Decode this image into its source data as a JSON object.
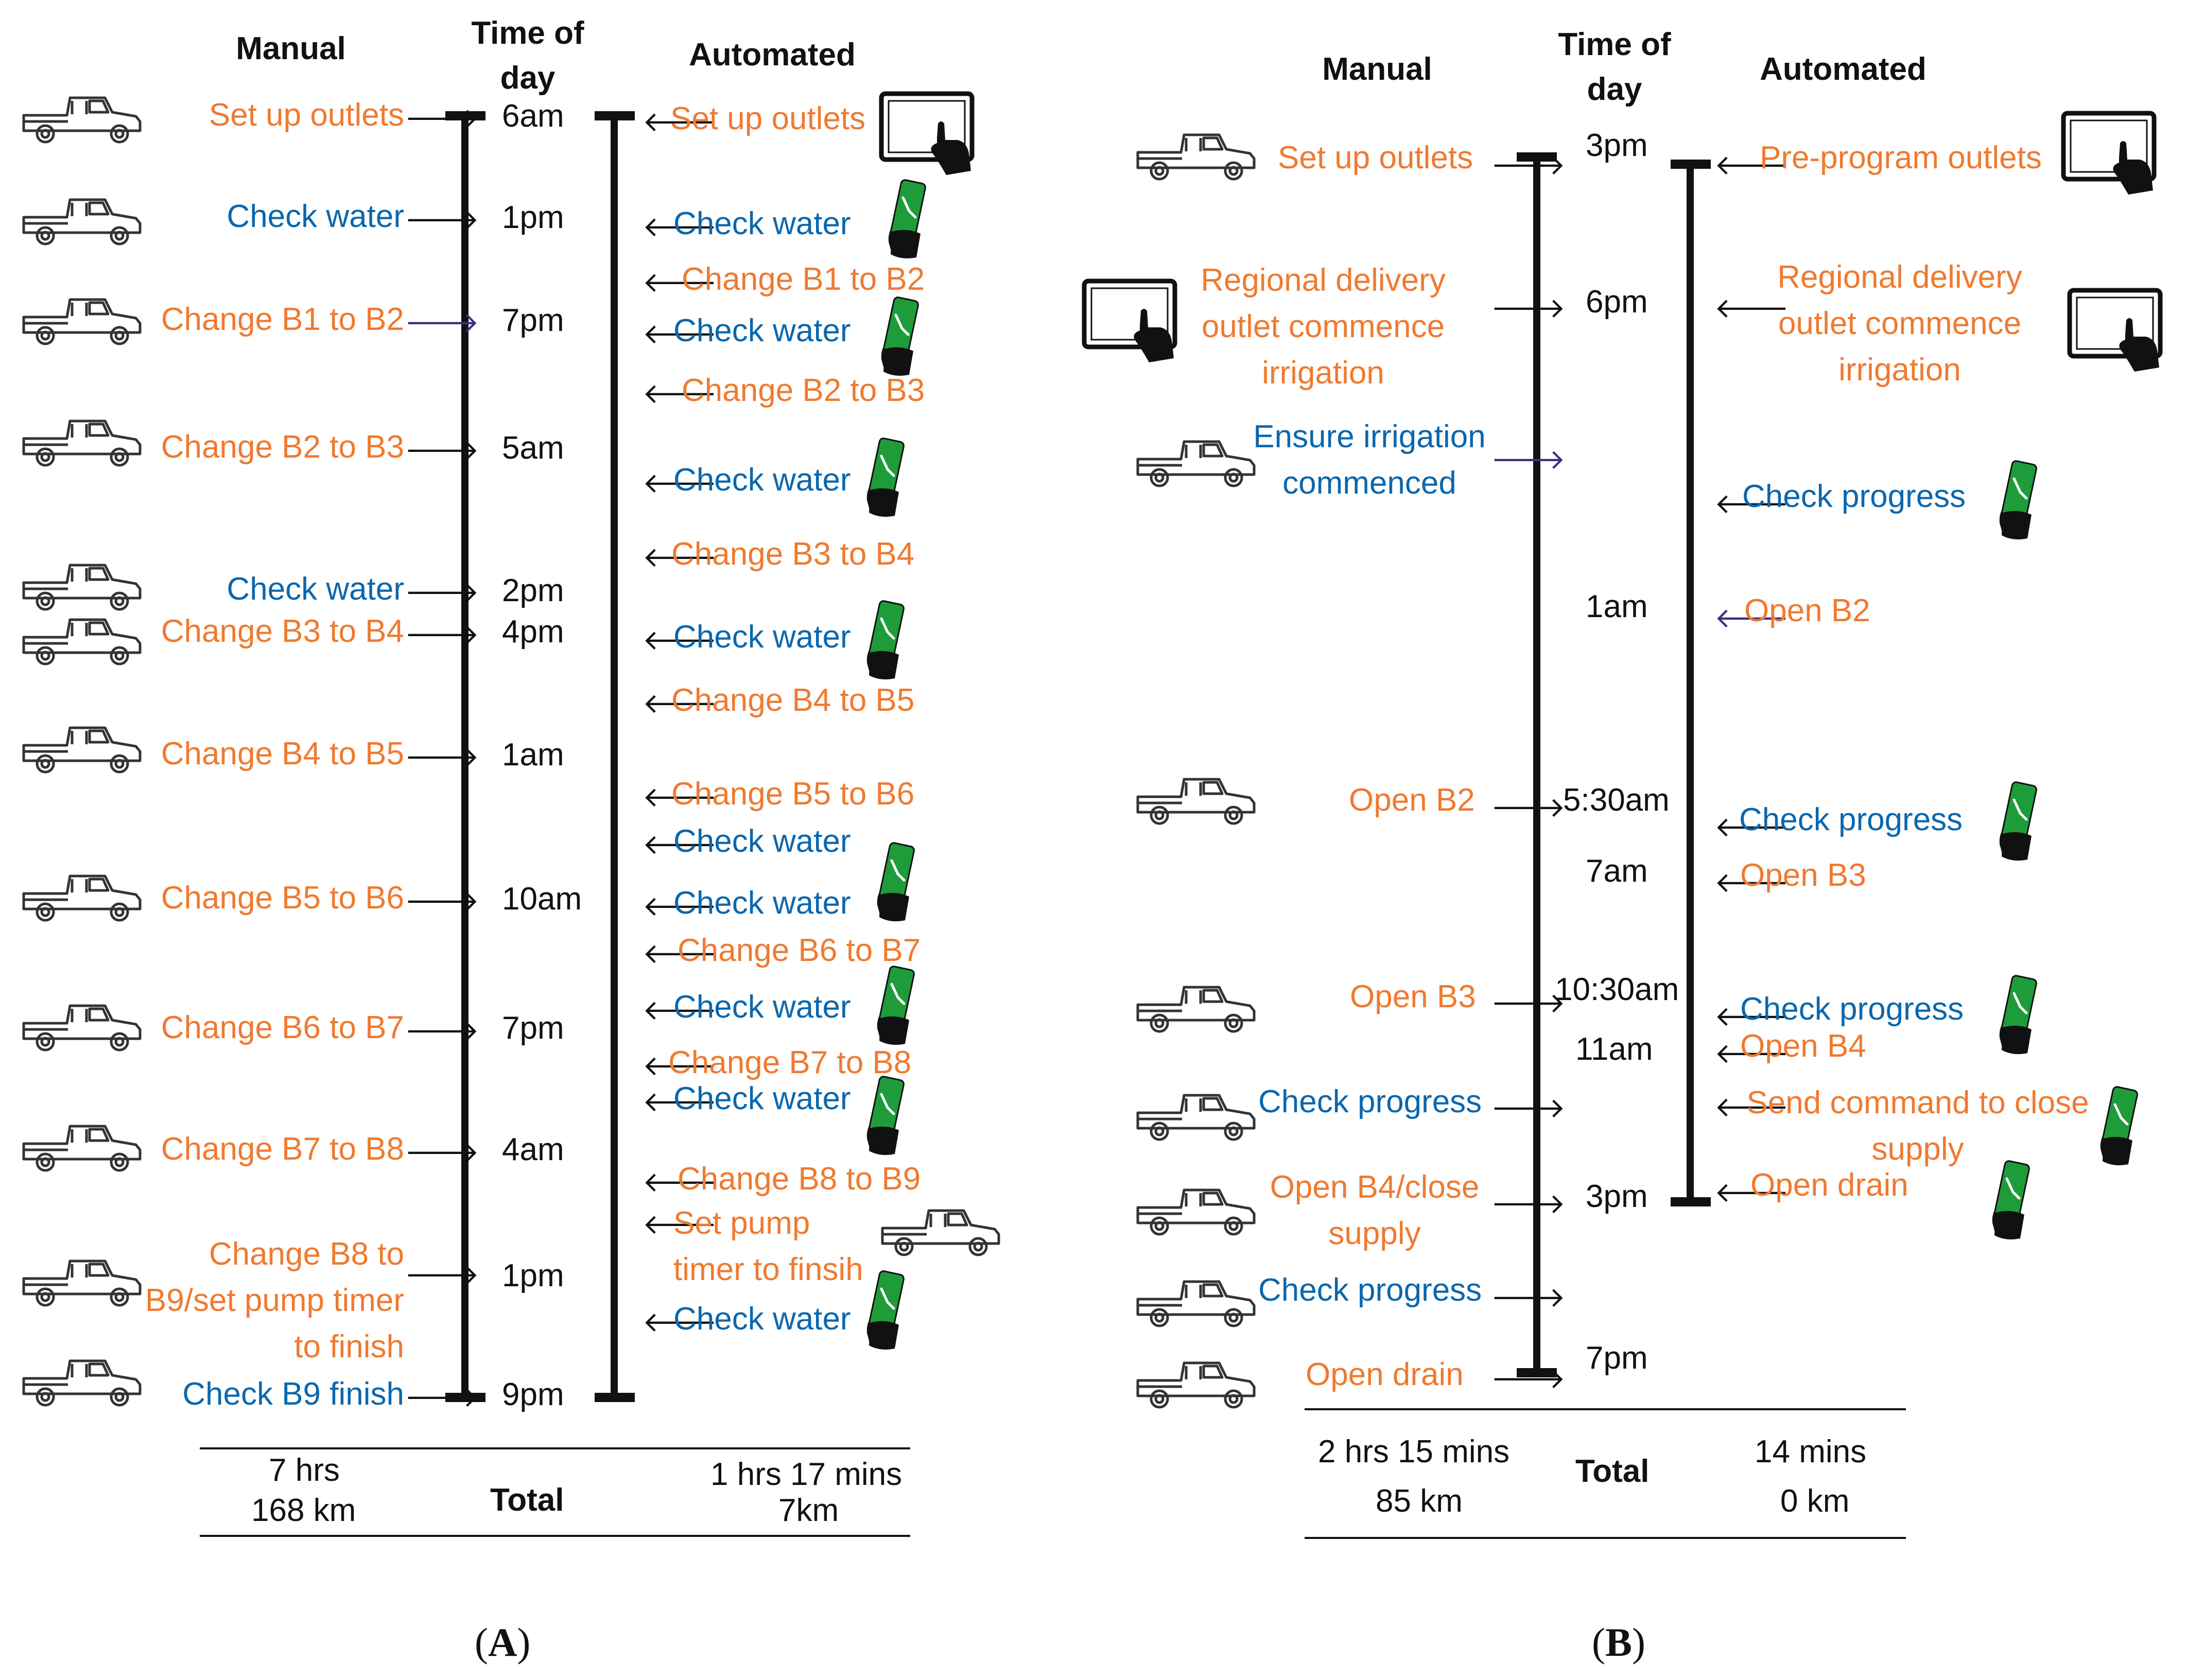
{
  "panelA": {
    "label": "A",
    "headers": {
      "manual": "Manual",
      "time": "Time of day",
      "automated": "Automated"
    },
    "times": [
      "6am",
      "1pm",
      "7pm",
      "5am",
      "2pm",
      "4pm",
      "1am",
      "10am",
      "7pm",
      "4am",
      "1pm",
      "9pm"
    ],
    "manual": [
      {
        "text": "Set up outlets",
        "color": "orange"
      },
      {
        "text": "Check water",
        "color": "blue"
      },
      {
        "text": "Change B1 to B2",
        "color": "orange"
      },
      {
        "text": "Change B2 to B3",
        "color": "orange"
      },
      {
        "text": "Check water",
        "color": "blue"
      },
      {
        "text": "Change B3 to B4",
        "color": "orange"
      },
      {
        "text": "Change B4 to B5",
        "color": "orange"
      },
      {
        "text": "Change B5 to B6",
        "color": "orange"
      },
      {
        "text": "Change B6 to B7",
        "color": "orange"
      },
      {
        "text": "Change B7 to B8",
        "color": "orange"
      },
      {
        "text": "Change B8 to B9/set pump timer to finish",
        "color": "orange"
      },
      {
        "text": "Check B9 finish",
        "color": "blue"
      }
    ],
    "automated": [
      {
        "text": "Set up outlets",
        "color": "orange"
      },
      {
        "text": "Check water",
        "color": "blue"
      },
      {
        "text": "Change B1 to B2",
        "color": "orange"
      },
      {
        "text": "Check water",
        "color": "blue"
      },
      {
        "text": "Change B2 to B3",
        "color": "orange"
      },
      {
        "text": "Check water",
        "color": "blue"
      },
      {
        "text": "Change B3 to B4",
        "color": "orange"
      },
      {
        "text": "Check water",
        "color": "blue"
      },
      {
        "text": "Change B4 to B5",
        "color": "orange"
      },
      {
        "text": "Change B5 to B6",
        "color": "orange"
      },
      {
        "text": "Check water",
        "color": "blue"
      },
      {
        "text": "Check water",
        "color": "blue"
      },
      {
        "text": "Change B6 to B7",
        "color": "orange"
      },
      {
        "text": "Check water",
        "color": "blue"
      },
      {
        "text": "Change B7 to B8",
        "color": "orange"
      },
      {
        "text": "Check water",
        "color": "blue"
      },
      {
        "text": "Change B8 to B9",
        "color": "orange"
      },
      {
        "text": "Set pump timer to finsih",
        "color": "orange"
      },
      {
        "text": "Check water",
        "color": "blue"
      }
    ],
    "totals": {
      "manual_time": "7 hrs",
      "manual_distance": "168 km",
      "label": "Total",
      "automated_time": "1 hrs 17 mins",
      "automated_distance": "7km"
    }
  },
  "panelB": {
    "label": "B",
    "headers": {
      "manual": "Manual",
      "time": "Time of day",
      "automated": "Automated"
    },
    "times": [
      "3pm",
      "6pm",
      "1am",
      "5:30am",
      "7am",
      "10:30am",
      "11am",
      "3pm",
      "7pm"
    ],
    "manual": [
      {
        "text": "Set up outlets",
        "color": "orange"
      },
      {
        "text": "Regional delivery outlet commence irrigation",
        "color": "orange"
      },
      {
        "text": "Ensure irrigation commenced",
        "color": "blue"
      },
      {
        "text": "Open B2",
        "color": "orange"
      },
      {
        "text": "Open B3",
        "color": "orange"
      },
      {
        "text": "Check progress",
        "color": "blue"
      },
      {
        "text": "Open B4/close supply",
        "color": "orange"
      },
      {
        "text": "Check progress",
        "color": "blue"
      },
      {
        "text": "Open drain",
        "color": "orange"
      }
    ],
    "automated": [
      {
        "text": "Pre-program outlets",
        "color": "orange"
      },
      {
        "text": "Regional delivery outlet commence irrigation",
        "color": "orange"
      },
      {
        "text": "Check progress",
        "color": "blue"
      },
      {
        "text": "Open B2",
        "color": "orange"
      },
      {
        "text": "Check progress",
        "color": "blue"
      },
      {
        "text": "Open B3",
        "color": "orange"
      },
      {
        "text": "Check progress",
        "color": "blue"
      },
      {
        "text": "Open B4",
        "color": "orange"
      },
      {
        "text": "Send command to close supply",
        "color": "orange"
      },
      {
        "text": "Open drain",
        "color": "orange"
      }
    ],
    "totals": {
      "manual_time": "2 hrs 15 mins",
      "manual_distance": "85 km",
      "label": "Total",
      "automated_time": "14 mins",
      "automated_distance": "0 km"
    }
  },
  "colors": {
    "orange": "#EF7A30",
    "blue": "#0A67AE",
    "phone_green": "#1E9C3A",
    "arrow": "#111111",
    "arrow_alt": "#3E2E86"
  },
  "icons": [
    "truck-icon",
    "tablet-icon",
    "phone-icon"
  ]
}
